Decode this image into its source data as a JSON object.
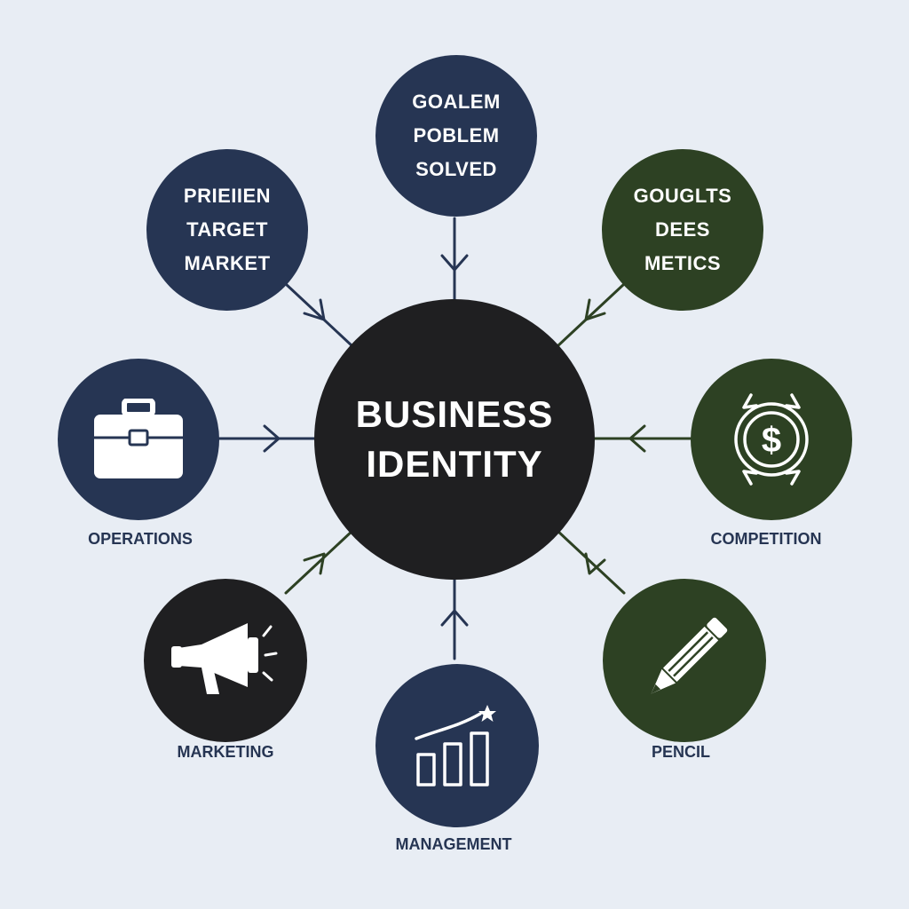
{
  "colors": {
    "background": "#e8edf4",
    "navy": "#263553",
    "green": "#2d4123",
    "black": "#1f1f21",
    "arrow_navy": "#263553",
    "arrow_green": "#2d4123",
    "caption_text": "#263553"
  },
  "center": {
    "lines": [
      "BUSINESS",
      "IDENTITY"
    ],
    "color": "black"
  },
  "nodes": [
    {
      "id": "top",
      "lines": [
        "GOALEM",
        "POBLEM",
        "SOLVED"
      ],
      "color": "navy",
      "icon": null,
      "caption": null
    },
    {
      "id": "upper-left",
      "lines": [
        "PRIEIIEN",
        "TARGET",
        "MARKET"
      ],
      "color": "navy",
      "icon": null,
      "caption": null
    },
    {
      "id": "upper-right",
      "lines": [
        "GOUGLTS",
        "DEES",
        "METICS"
      ],
      "color": "green",
      "icon": null,
      "caption": null
    },
    {
      "id": "left",
      "lines": [],
      "color": "navy",
      "icon": "briefcase-icon",
      "caption": "OPERATIONS"
    },
    {
      "id": "right",
      "lines": [],
      "color": "green",
      "icon": "dollar-coin-icon",
      "caption": "COMPETITION"
    },
    {
      "id": "lower-left",
      "lines": [],
      "color": "black",
      "icon": "megaphone-icon",
      "caption": "MARKETING"
    },
    {
      "id": "lower-right",
      "lines": [],
      "color": "green",
      "icon": "pencil-icon",
      "caption": "PENCIL"
    },
    {
      "id": "bottom",
      "lines": [],
      "color": "navy",
      "icon": "growth-chart-icon",
      "caption": "MANAGEMENT"
    }
  ]
}
